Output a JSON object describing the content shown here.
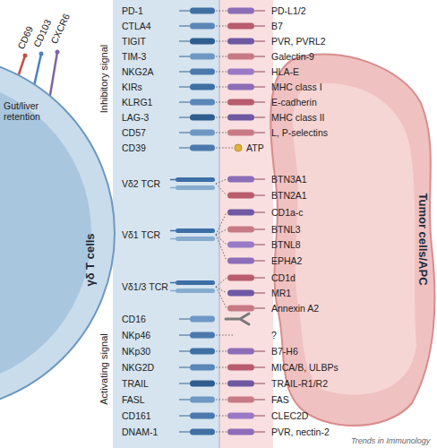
{
  "diagram": {
    "nodes": [
      {
        "text": [
          "γδ T cells"
        ]
      },
      {
        "text": [
          "Tumor cells/APC"
        ]
      }
    ],
    "labels": [
      "Inhibitory signal",
      "Activating signal",
      "CD69",
      "CD103",
      "CXCR6",
      "Gut/liver retention",
      "PD-1",
      "CTLA4",
      "TIGIT",
      "TIM-3",
      "NKG2A",
      "KIRs",
      "KLRG1",
      "LAG-3",
      "CD57",
      "CD39",
      "Vδ2 TCR",
      "Vδ1 TCR",
      "Vδ1/3 TCR",
      "CD16",
      "NKp46",
      "NKp30",
      "NKG2D",
      "TRAIL",
      "FASL",
      "CD161",
      "DNAM-1",
      "PD-L1/2",
      "B7",
      "PVR, PVRL2",
      "Galectin-9",
      "HLA-E",
      "MHC class I",
      "E-cadherin",
      "MHC class II",
      "L, P-selectins",
      "ATP",
      "BTN3A1",
      "BTN2A1",
      "CD1a-c",
      "BTNL3",
      "BTNL8",
      "EPHA2",
      "CD1d",
      "MR1",
      "Annexin A2",
      "?",
      "B7-H6",
      "MICA/B, ULBPs",
      "TRAIL-R1/R2",
      "FAS",
      "CLEC2D",
      "PVR, nectin-2",
      "Trends in Immunology"
    ]
  }
}
